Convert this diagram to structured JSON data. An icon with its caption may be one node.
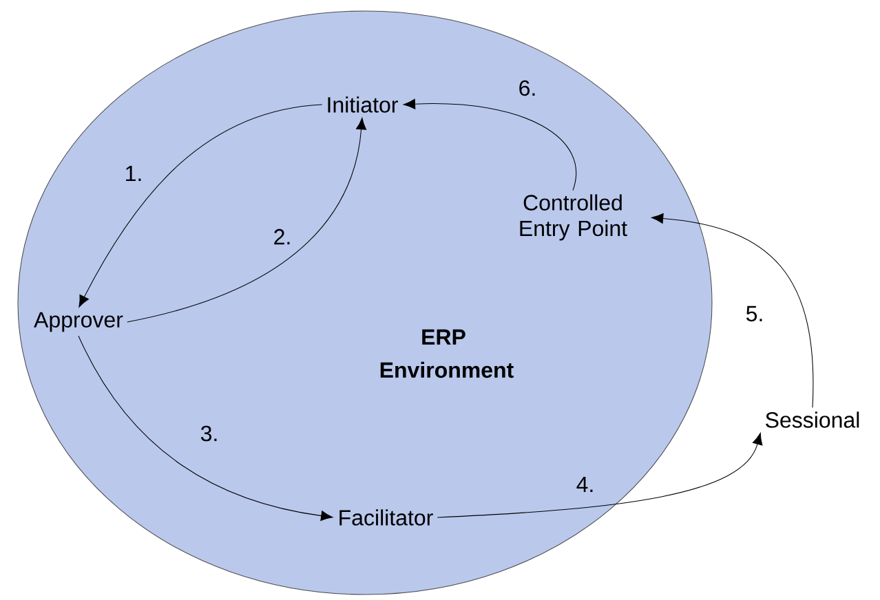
{
  "diagram": {
    "nodes": [
      {
        "text": [
          "ERP Environment"
        ]
      },
      {
        "text": [
          "Initiator"
        ],
        "in": 0
      },
      {
        "text": [
          "Controlled Entry Point"
        ],
        "in": 0
      },
      {
        "text": [
          "Approver"
        ],
        "in": 0
      },
      {
        "text": [
          "Facilitator"
        ],
        "in": 0
      },
      {
        "text": [
          "Sessional"
        ]
      }
    ],
    "edges": [
      {
        "from": 1,
        "to": 3,
        "arrow": "to",
        "label": "1."
      },
      {
        "from": 3,
        "to": 1,
        "arrow": "to",
        "label": "2."
      },
      {
        "from": 3,
        "to": 4,
        "arrow": "to",
        "label": "3."
      },
      {
        "from": 4,
        "to": 5,
        "arrow": "to",
        "label": "4."
      },
      {
        "from": 5,
        "to": 2,
        "arrow": "to",
        "label": "5."
      },
      {
        "from": 2,
        "to": 1,
        "arrow": "to",
        "label": "6."
      }
    ]
  }
}
